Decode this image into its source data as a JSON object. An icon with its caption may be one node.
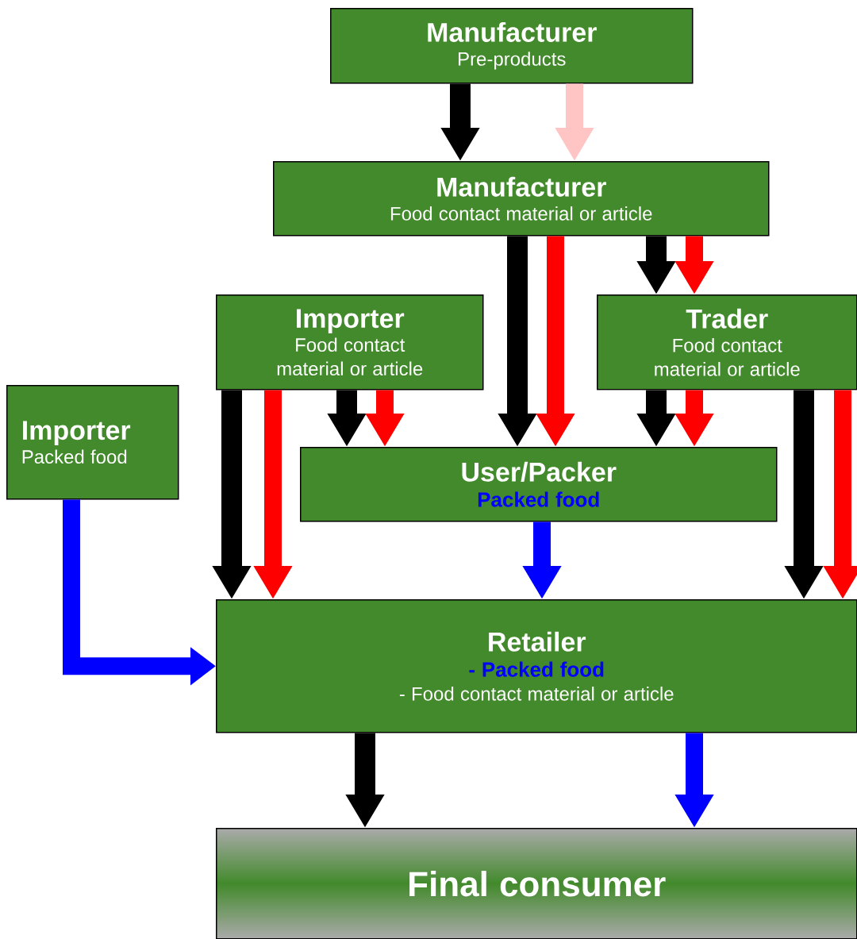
{
  "diagram": {
    "nodes": [
      {
        "text": [
          "Manufacturer",
          "Pre-products"
        ]
      },
      {
        "text": [
          "Manufacturer",
          "Food contact material or article"
        ]
      },
      {
        "text": [
          "Importer",
          "Food contact material or article"
        ]
      },
      {
        "text": [
          "Trader",
          "Food contact material or article"
        ]
      },
      {
        "text": [
          "Importer",
          "Packed food"
        ]
      },
      {
        "text": [
          "User/Packer",
          "Packed food"
        ]
      },
      {
        "text": [
          "Retailer",
          "- Packed food",
          "- Food contact material or article"
        ]
      },
      {
        "text": [
          "Final  consumer"
        ]
      }
    ],
    "edges": [
      {
        "from": 0,
        "to": 1,
        "arrow": "to"
      },
      {
        "from": 0,
        "to": 1,
        "arrow": "to",
        "color": "#ffc4c4"
      },
      {
        "from": 1,
        "to": 5,
        "arrow": "to"
      },
      {
        "from": 1,
        "to": 5,
        "arrow": "to",
        "color": "#ff0000"
      },
      {
        "from": 1,
        "to": 3,
        "arrow": "to"
      },
      {
        "from": 1,
        "to": 3,
        "arrow": "to",
        "color": "#ff0000"
      },
      {
        "from": 2,
        "to": 6,
        "arrow": "to"
      },
      {
        "from": 2,
        "to": 6,
        "arrow": "to",
        "color": "#ff0000"
      },
      {
        "from": 2,
        "to": 5,
        "arrow": "to"
      },
      {
        "from": 2,
        "to": 5,
        "arrow": "to",
        "color": "#ff0000"
      },
      {
        "from": 3,
        "to": 5,
        "arrow": "to"
      },
      {
        "from": 3,
        "to": 5,
        "arrow": "to",
        "color": "#ff0000"
      },
      {
        "from": 3,
        "to": 6,
        "arrow": "to"
      },
      {
        "from": 3,
        "to": 6,
        "arrow": "to",
        "color": "#ff0000"
      },
      {
        "from": 4,
        "to": 6,
        "arrow": "to",
        "color": "#0000ff"
      },
      {
        "from": 5,
        "to": 6,
        "arrow": "to",
        "color": "#0000ff"
      },
      {
        "from": 6,
        "to": 7,
        "arrow": "to"
      },
      {
        "from": 6,
        "to": 7,
        "arrow": "to",
        "color": "#0000ff"
      }
    ]
  }
}
